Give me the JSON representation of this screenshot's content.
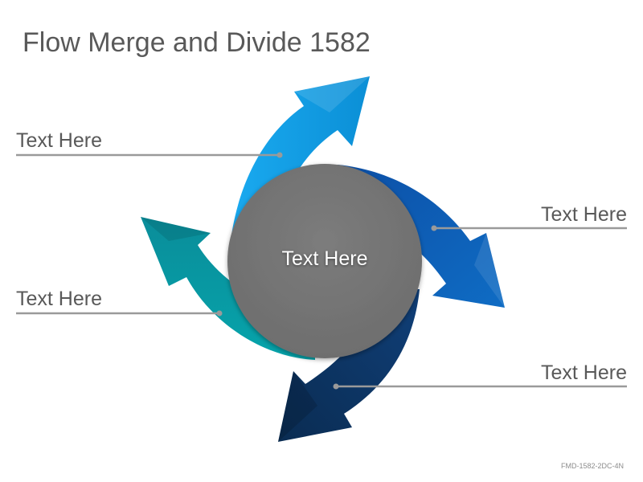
{
  "title": "Flow Merge and Divide 1582",
  "center": {
    "label": "Text Here"
  },
  "callouts": [
    {
      "label": "Text Here"
    },
    {
      "label": "Text Here"
    },
    {
      "label": "Text Here"
    },
    {
      "label": "Text Here"
    }
  ],
  "footer_code": "FMD-1582-2DC-4N",
  "colors": {
    "arrow_top": "#18a4e8",
    "arrow_right": "#0d5fb6",
    "arrow_left": "#0897a0",
    "arrow_bottom": "#0e3a6b",
    "circle": "#767676",
    "leader_line": "#9a9a9a",
    "text": "#595959"
  }
}
